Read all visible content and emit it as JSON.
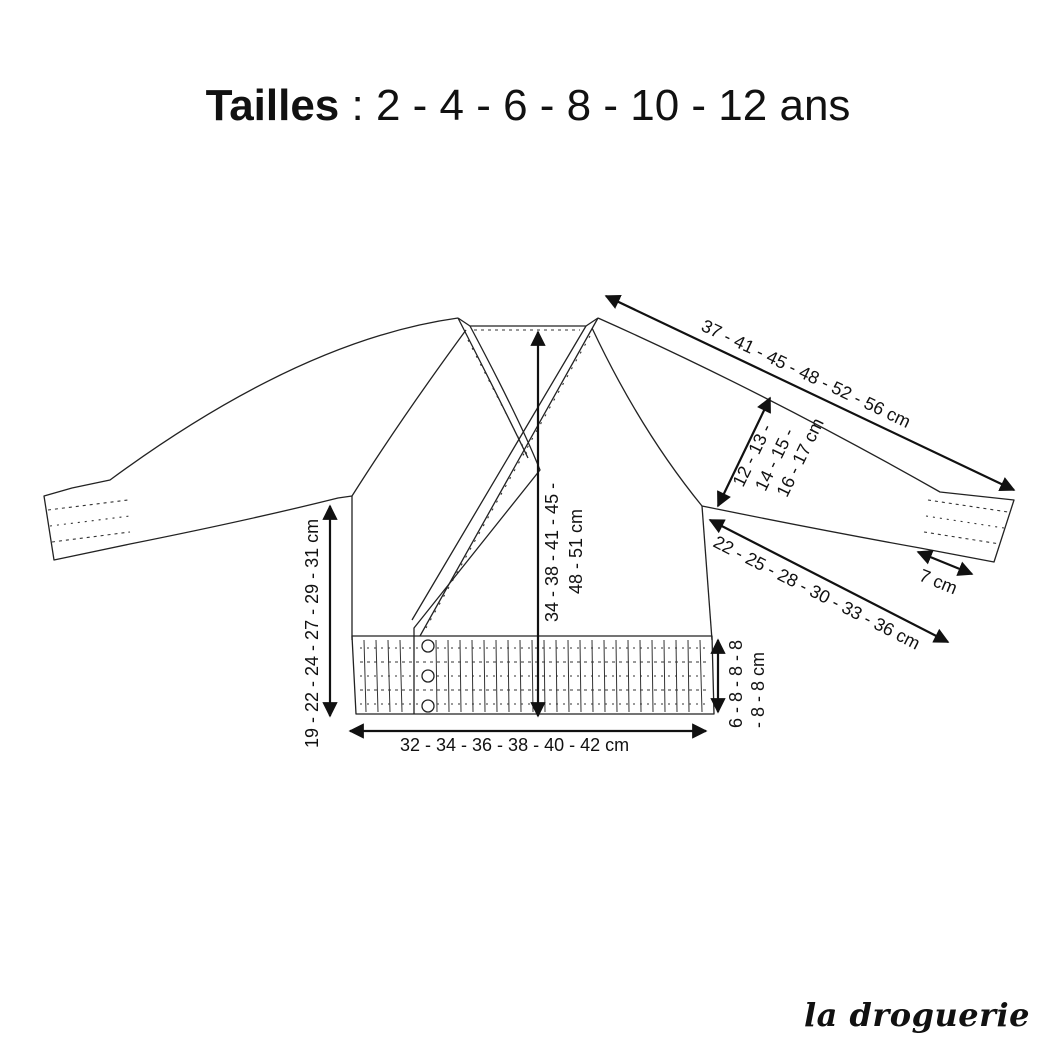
{
  "title": {
    "label": "Tailles",
    "separator": " : ",
    "sizes": "2 - 4 - 6 - 8 - 10 - 12 ans"
  },
  "measurements": {
    "sleeve_length": "37 - 41 - 45 - 48 - 52 - 56 cm",
    "armhole_depth": [
      "12 - 13 -",
      "14 - 15 -",
      "16 - 17 cm"
    ],
    "sleeve_width": "22 - 25 - 28 - 30 - 33 - 36 cm",
    "cuff": "7 cm",
    "body_length": [
      "34 - 38 - 41 - 45 -",
      "48 - 51 cm"
    ],
    "side_length": "19 - 22 - 24 - 27 - 29 - 31 cm",
    "hem_width": "32 - 34 - 36 - 38 - 40 - 42 cm",
    "ribbing_height": [
      "6 - 8 - 8 - 8",
      "- 8 - 8 cm"
    ]
  },
  "brand": "la droguerie",
  "colors": {
    "ink": "#111111",
    "background": "#ffffff"
  }
}
